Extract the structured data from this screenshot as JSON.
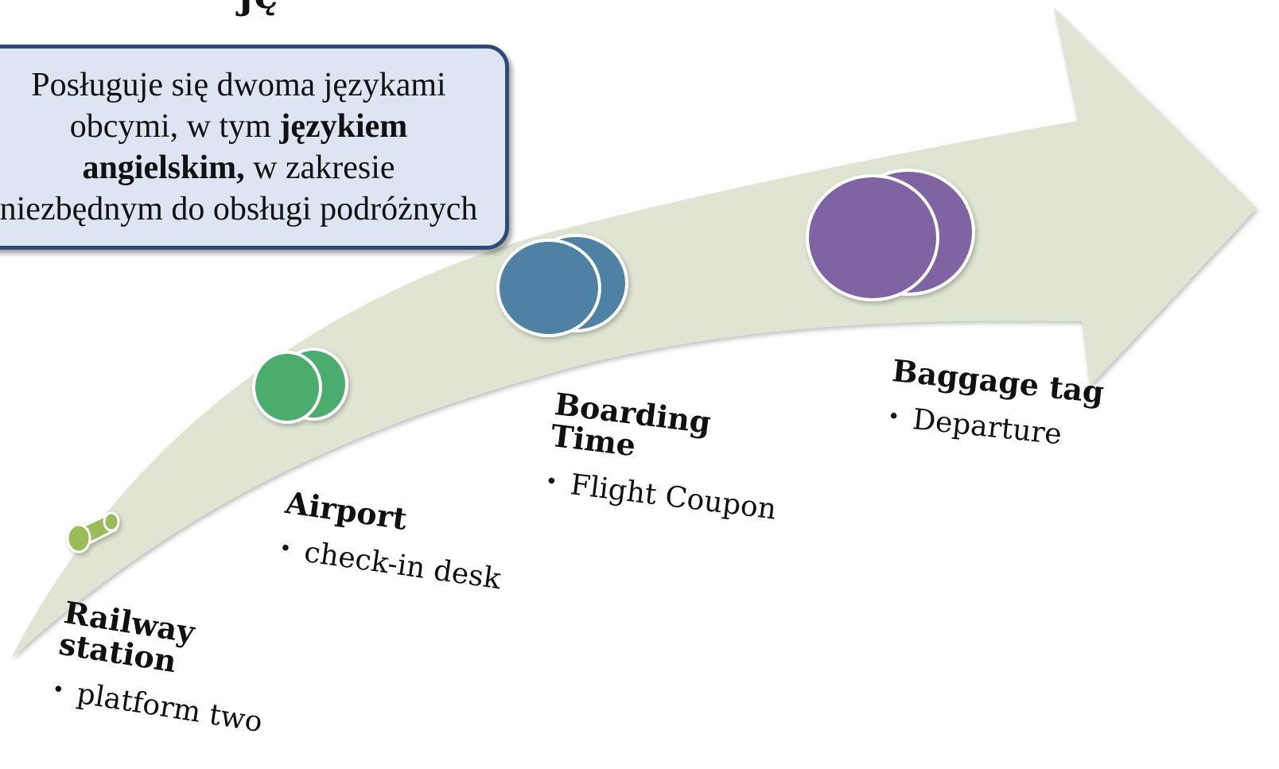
{
  "title_fragment": "ję",
  "callout": {
    "line1": "Posługuje się dwoma językami",
    "line2_regular": "obcymi, w tym",
    "line2_bold": "językiem",
    "line3_bold": "angielskim,",
    "line3_regular": "w zakresie",
    "line4": "niezbędnym do obsługi podróżnych"
  },
  "milestones": [
    {
      "title_line1": "Railway",
      "title_line2": "station",
      "bullet": "platform two",
      "color": "#9bbb59"
    },
    {
      "title_line1": "Airport",
      "title_line2": "",
      "bullet": "check-in desk",
      "color": "#4bac6e"
    },
    {
      "title_line1": "Boarding",
      "title_line2": "Time",
      "bullet": "Flight Coupon",
      "color": "#4f81a5"
    },
    {
      "title_line1": "Baggage tag",
      "title_line2": "",
      "bullet": "Departure",
      "color": "#8064a2"
    }
  ],
  "arrow_color": "#dfe5d2"
}
